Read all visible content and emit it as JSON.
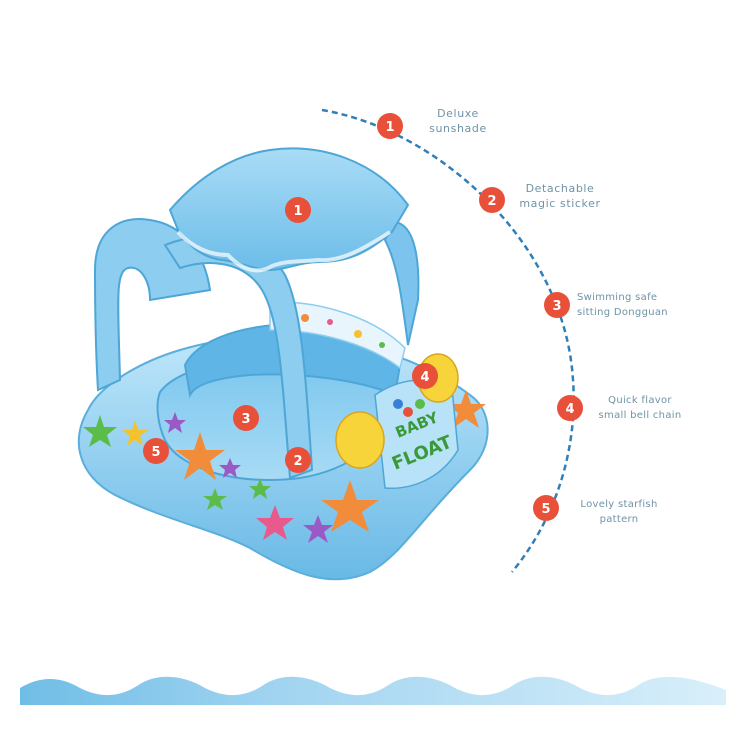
{
  "features": [
    {
      "number": "1",
      "line1": "Deluxe",
      "line2": "sunshade"
    },
    {
      "number": "2",
      "line1": "Detachable",
      "line2": "magic sticker"
    },
    {
      "number": "3",
      "line1": "Swimming safe",
      "line2": "sitting Dongguan"
    },
    {
      "number": "4",
      "line1": "Quick flavor",
      "line2": "small bell chain"
    },
    {
      "number": "5",
      "line1": "Lovely starfish",
      "line2": "pattern"
    }
  ],
  "product": {
    "printed_text_line1": "BABY",
    "printed_text_line2": "FLOAT"
  },
  "colors": {
    "badge": "#e8503a",
    "label_text": "#6f93a6",
    "dashed_arc": "#2f7fb8",
    "float_blue": "#8ccdf0",
    "float_light": "#c7e8fa",
    "wave_dark": "#7cc4e8",
    "wave_light": "#cde9f7"
  }
}
